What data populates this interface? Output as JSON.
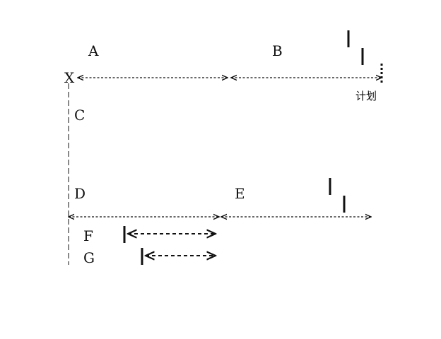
{
  "labels": {
    "x": "X",
    "a": "A",
    "b": "B",
    "c": "C",
    "d": "D",
    "e": "E",
    "f": "F",
    "g": "G",
    "plan": "计划"
  },
  "colors": {
    "stroke": "#111111",
    "background": "#ffffff"
  }
}
